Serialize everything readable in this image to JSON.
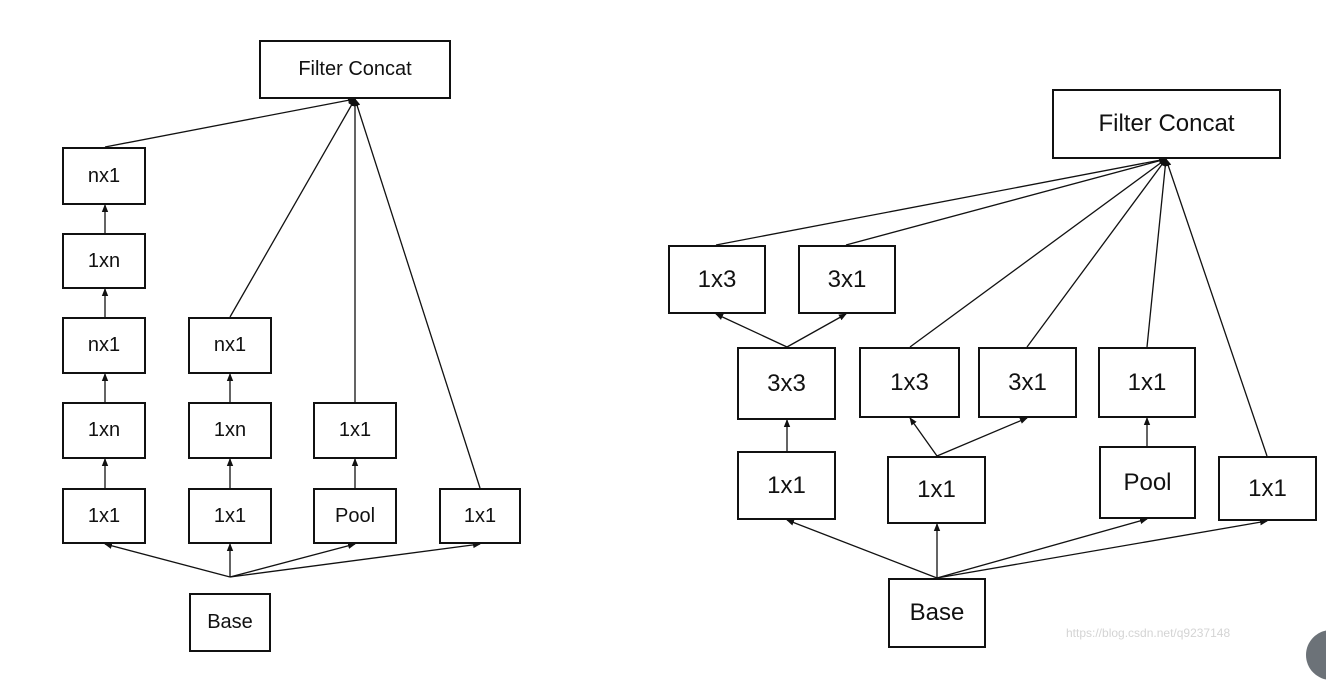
{
  "left_diagram": {
    "filter_concat": "Filter Concat",
    "col1": [
      "nx1",
      "1xn",
      "nx1",
      "1xn",
      "1x1"
    ],
    "col2": [
      "nx1",
      "1xn",
      "1x1"
    ],
    "col3": [
      "1x1",
      "Pool"
    ],
    "col4": [
      "1x1"
    ],
    "base": "Base"
  },
  "right_diagram": {
    "filter_concat": "Filter Concat",
    "top_row": [
      "1x3",
      "3x1"
    ],
    "mid_row": [
      "3x3",
      "1x3",
      "3x1",
      "1x1"
    ],
    "bottom_row": [
      "1x1",
      "1x1",
      "Pool",
      "1x1"
    ],
    "base": "Base"
  },
  "watermark": "https://blog.csdn.net/q9237148"
}
